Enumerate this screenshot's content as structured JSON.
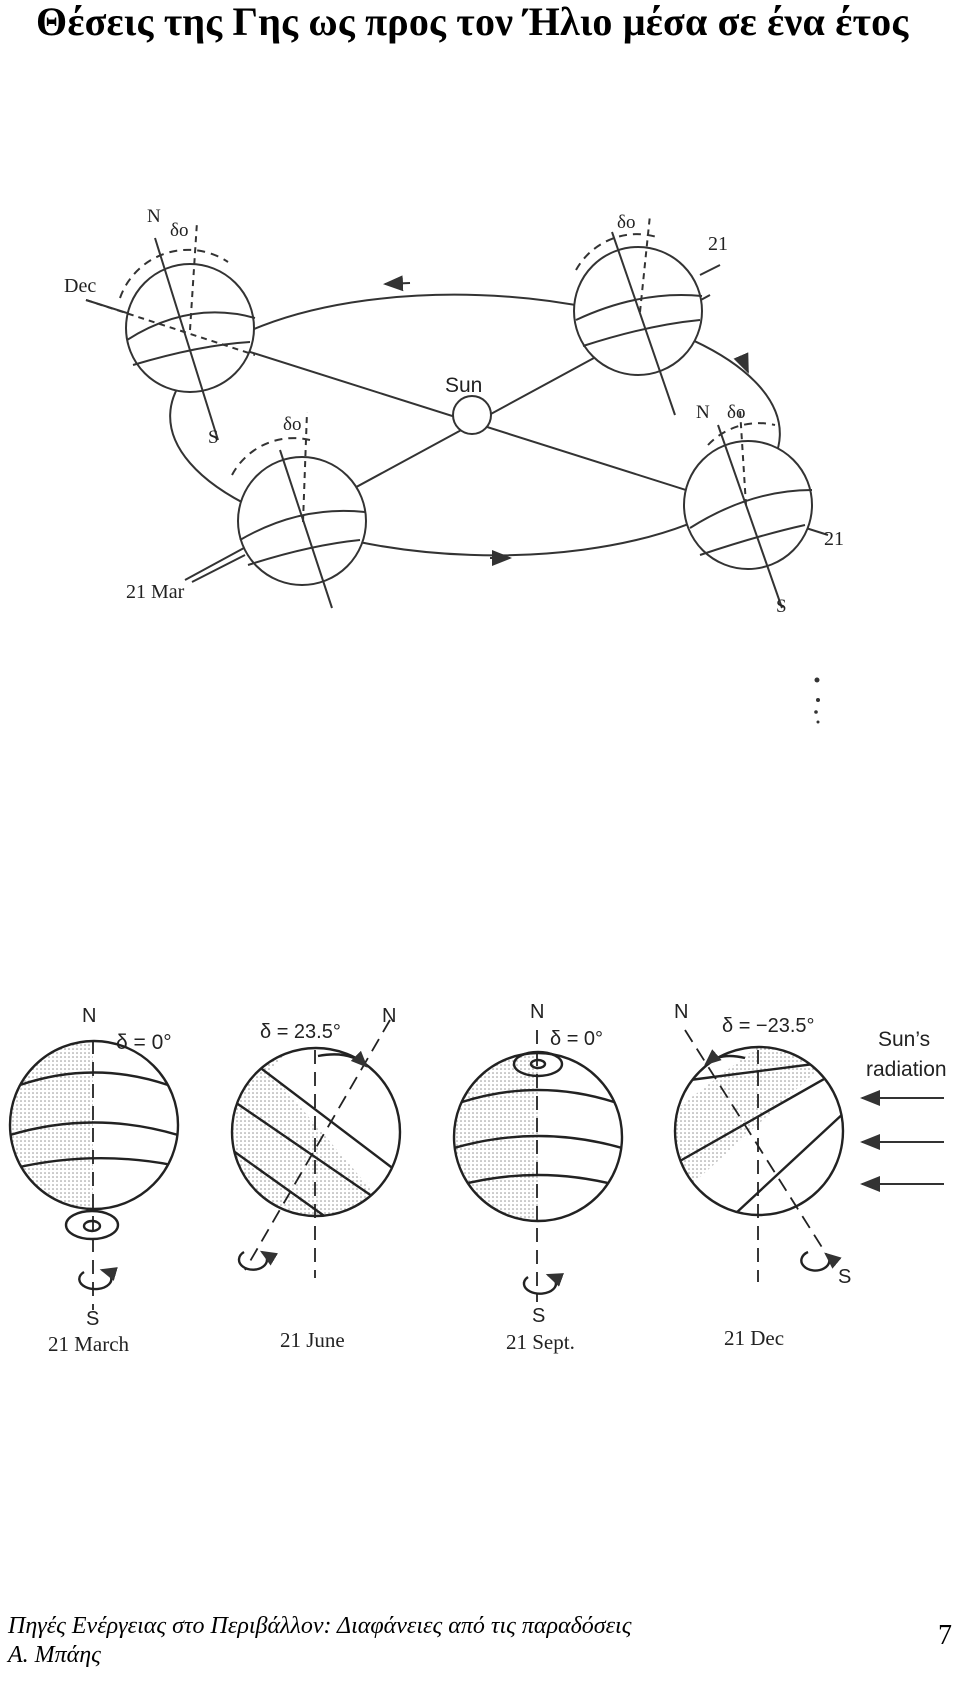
{
  "page": {
    "title": "Θέσεις της Γης ως προς τον Ήλιο μέσα σε ένα έτος",
    "footer_line1": "Πηγές Ενέργειας στο Περιβάλλον: Διαφάνειες από τις παραδόσεις",
    "footer_line2": "Α. Μπάης",
    "page_number": "7"
  },
  "orbit_figure": {
    "sun_label": "Sun",
    "pos_dec": {
      "month": "Dec",
      "north": "N",
      "south": "S",
      "angle": "δo"
    },
    "pos_june": {
      "day": "21",
      "angle": "δo"
    },
    "pos_sept": {
      "north": "N",
      "south": "S",
      "angle": "δo",
      "day": "21"
    },
    "pos_mar": {
      "date": "21 Mar",
      "angle": "δo"
    }
  },
  "globes_figure": {
    "march": {
      "north": "N",
      "south": "S",
      "delta": "δ = 0°",
      "date": "21 March"
    },
    "june": {
      "north": "N",
      "delta": "δ = 23.5°",
      "date": "21 June"
    },
    "sept": {
      "north": "N",
      "south": "S",
      "delta": "δ = 0°",
      "date": "21 Sept."
    },
    "dec": {
      "north": "N",
      "south": "S",
      "delta": "δ = −23.5°",
      "date": "21 Dec"
    },
    "radiation_line1": "Sun’s",
    "radiation_line2": "radiation"
  }
}
